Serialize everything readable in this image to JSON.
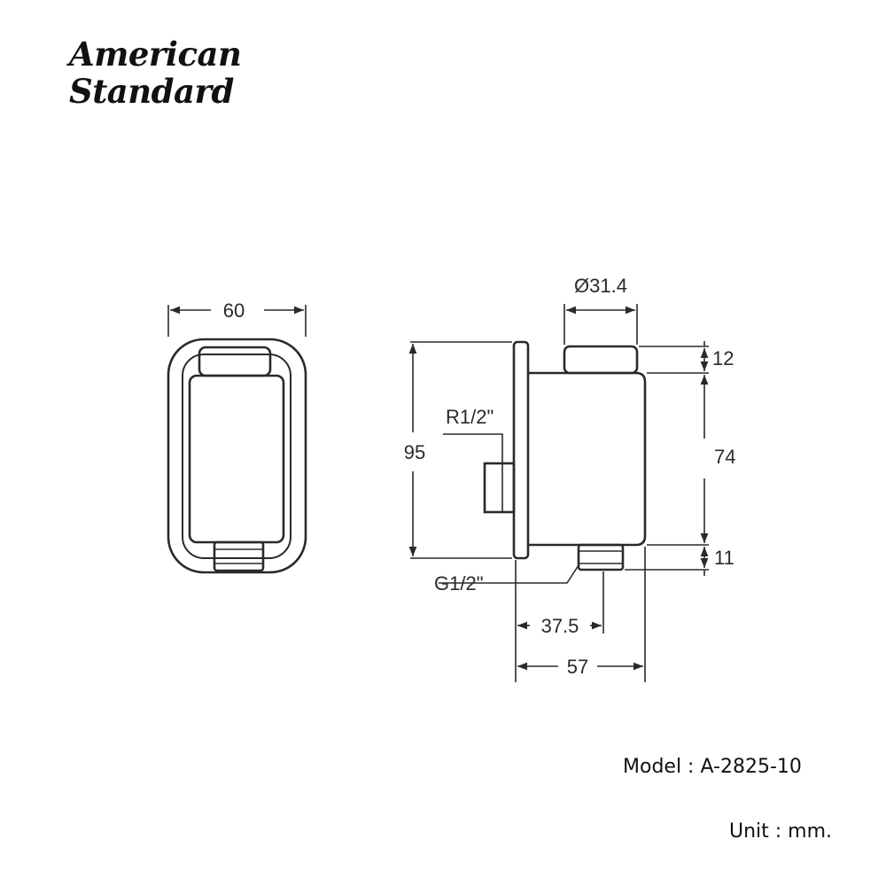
{
  "brand": {
    "line1": "American",
    "line2": "Standard"
  },
  "front_view": {
    "width_label": "60"
  },
  "side_view": {
    "diameter_label": "Ø31.4",
    "height_label": "95",
    "top_label": "12",
    "middle_label": "74",
    "bottom_label": "11",
    "inlet_thread": "R1/2\"",
    "outlet_thread": "G1/2\"",
    "outlet_offset_label": "37.5",
    "depth_label": "57"
  },
  "model": {
    "text": "Model : A-2825-10"
  },
  "unit": {
    "text": "Unit : mm."
  }
}
